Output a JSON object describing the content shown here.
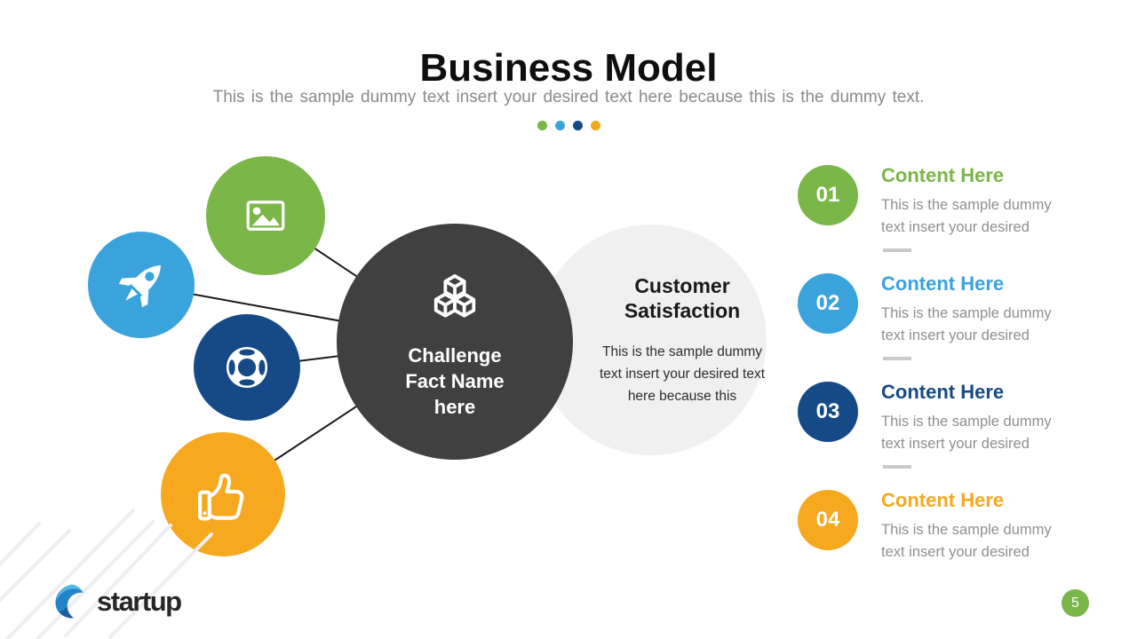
{
  "slide": {
    "title": "Business Model",
    "subtitle": "This is the sample dummy text insert your desired text here because this is the dummy text.",
    "accent_dots": [
      "#7ab648",
      "#3aa3dc",
      "#164a87",
      "#f0a818"
    ]
  },
  "colors": {
    "green": "#7ab648",
    "light_blue": "#3aa3dc",
    "dark_blue": "#164a87",
    "yellow": "#f6a81f",
    "dark": "#404040",
    "light_circle": "#f0f0f0",
    "connector": "#1a1a1a",
    "logo_blue": "#2383c9"
  },
  "diagram": {
    "center_node": {
      "icon": "cubes-icon",
      "label": "Challenge Fact Name here"
    },
    "detail_node": {
      "heading": "Customer Satisfaction",
      "body": "This is the sample dummy text insert your desired text here because this"
    },
    "satellites": [
      {
        "icon": "image-icon",
        "color": "#7ab648"
      },
      {
        "icon": "rocket-icon",
        "color": "#3aa3dc"
      },
      {
        "icon": "lifebuoy-icon",
        "color": "#164a87"
      },
      {
        "icon": "thumbs-up-icon",
        "color": "#f6a81f"
      }
    ]
  },
  "content_list": [
    {
      "number": "01",
      "heading": "Content Here",
      "body": "This is the sample dummy text insert your desired",
      "color": "#7ab648"
    },
    {
      "number": "02",
      "heading": "Content Here",
      "body": "This is the sample dummy text insert your desired",
      "color": "#3aa3dc"
    },
    {
      "number": "03",
      "heading": "Content Here",
      "body": "This is the sample dummy text insert your desired",
      "color": "#164a87"
    },
    {
      "number": "04",
      "heading": "Content Here",
      "body": "This is the sample dummy text insert your desired",
      "color": "#f6a81f"
    }
  ],
  "footer": {
    "logo_text": "startup",
    "page_number": "5"
  }
}
